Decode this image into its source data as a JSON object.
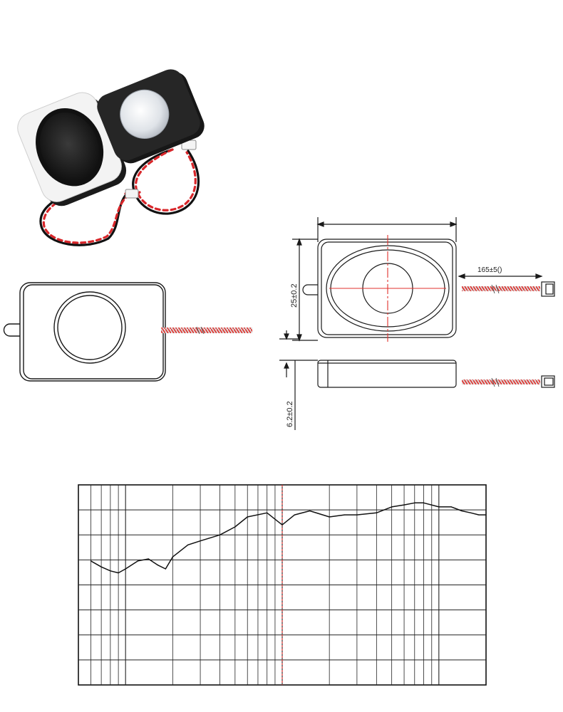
{
  "dimensions": {
    "cable_length": "165±5()",
    "height": "25±0.2",
    "thickness": "6.2±0.2"
  },
  "colors": {
    "line": "#1a1a1a",
    "red_wire": "#d8262a",
    "black_wire": "#111111",
    "centerline": "#e0302c",
    "marker": "#e0302c"
  },
  "icons": {
    "photo_front": "speaker-front-photo",
    "photo_back": "speaker-back-photo",
    "connector": "jst-connector-icon"
  },
  "chart_data": {
    "type": "line",
    "xscale": "log",
    "grid": true,
    "title": "",
    "xlabel": "",
    "ylabel": "",
    "x": [
      60,
      70,
      80,
      90,
      100,
      120,
      140,
      160,
      180,
      200,
      250,
      300,
      400,
      500,
      600,
      800,
      1000,
      1200,
      1500,
      2000,
      2500,
      3000,
      4000,
      5000,
      6000,
      7000,
      8000,
      10000,
      12000,
      14000,
      16000,
      18000,
      20000
    ],
    "values": [
      0.62,
      0.59,
      0.57,
      0.56,
      0.58,
      0.62,
      0.63,
      0.6,
      0.58,
      0.64,
      0.7,
      0.72,
      0.75,
      0.79,
      0.84,
      0.86,
      0.8,
      0.85,
      0.87,
      0.84,
      0.85,
      0.85,
      0.86,
      0.89,
      0.9,
      0.91,
      0.91,
      0.89,
      0.89,
      0.87,
      0.86,
      0.85,
      0.85
    ],
    "ylim": [
      0,
      1
    ],
    "marker_frequency": 1000
  }
}
